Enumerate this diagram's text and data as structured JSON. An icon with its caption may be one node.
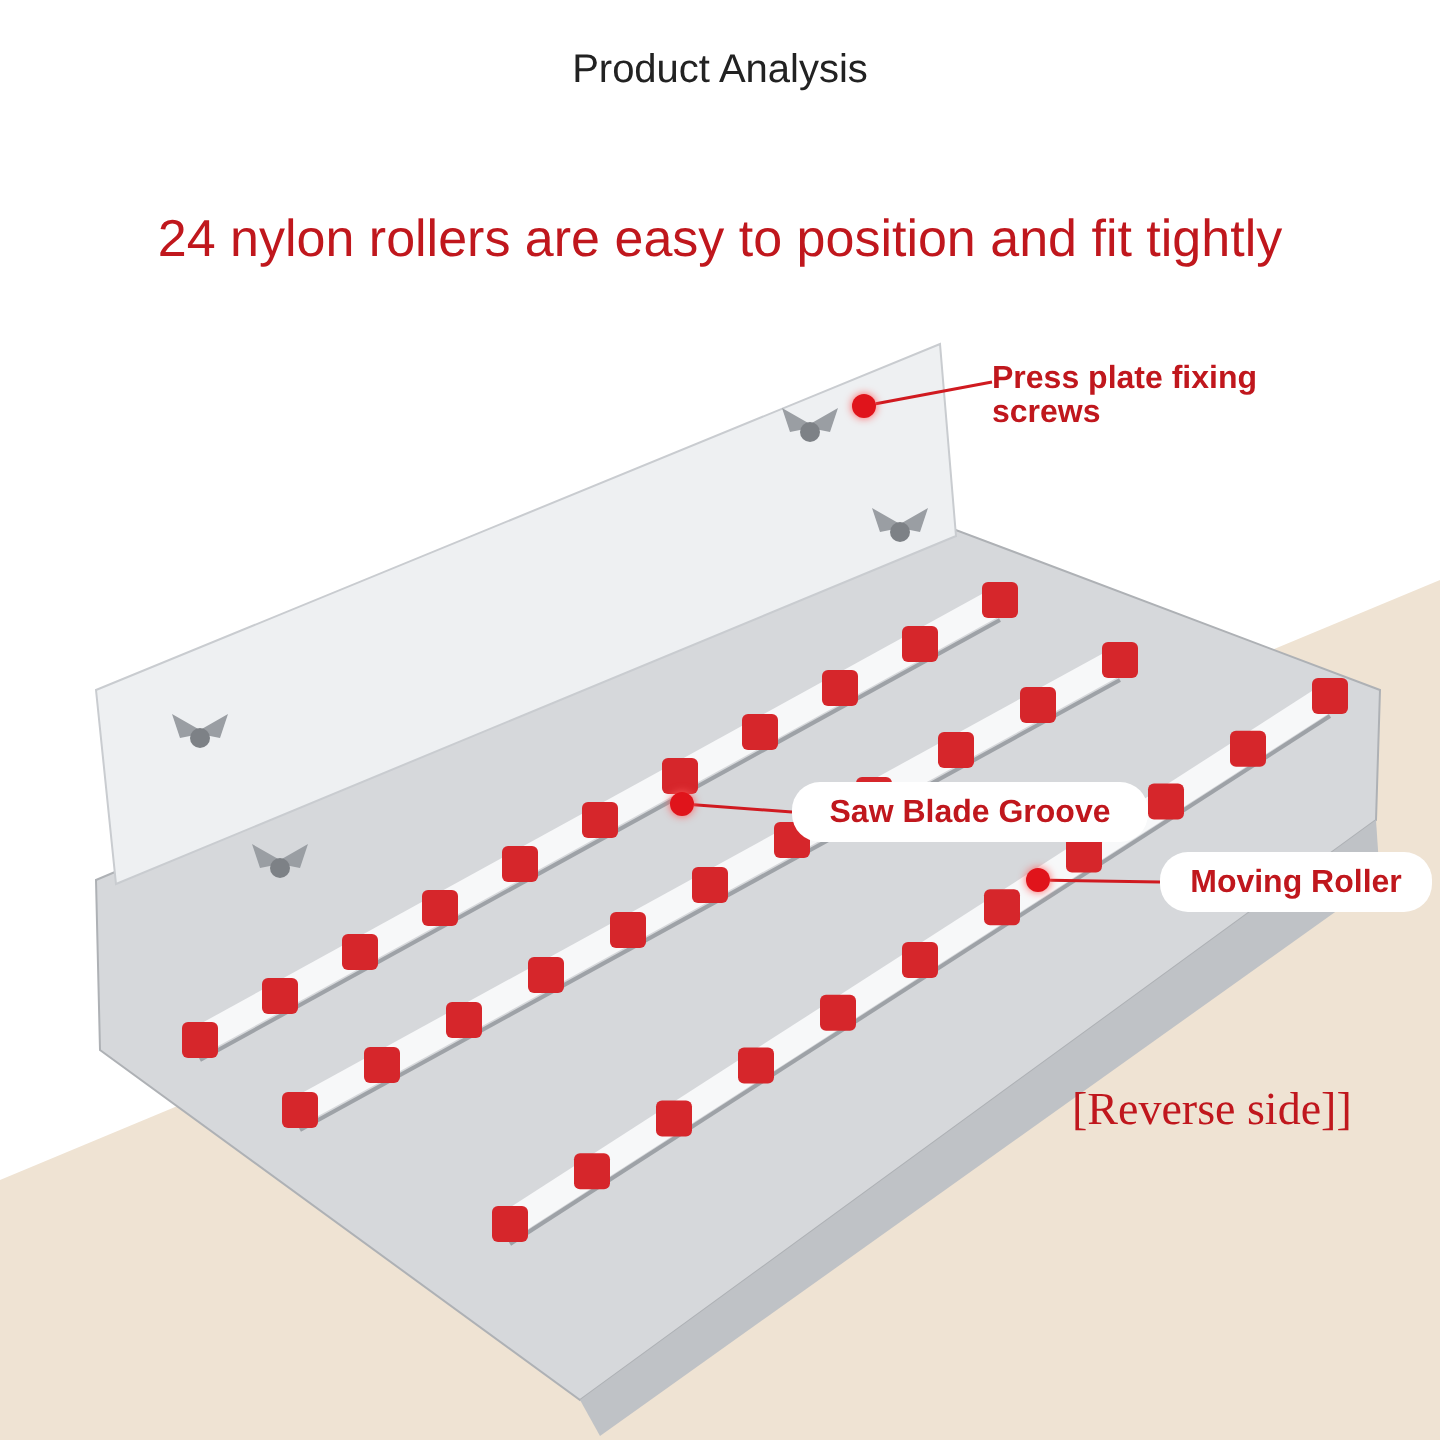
{
  "diagram": {
    "title": "Product Analysis",
    "nodes": [
      {
        "text": [
          "Press plate fixing screws"
        ]
      },
      {
        "text": [
          "Saw Blade Groove"
        ]
      },
      {
        "text": [
          "Moving Roller"
        ]
      },
      {
        "text": [],
        "shape": "circle"
      },
      {
        "text": [],
        "shape": "circle"
      },
      {
        "text": [],
        "shape": "circle"
      }
    ],
    "edges": [
      {
        "from": 0,
        "to": 3,
        "arrow": "none"
      },
      {
        "from": 1,
        "to": 4,
        "arrow": "none"
      },
      {
        "from": 2,
        "to": 5,
        "arrow": "none"
      }
    ],
    "labels": [
      "24 nylon rollers are easy to position and fit tightly",
      "[Reverse side]]"
    ]
  }
}
